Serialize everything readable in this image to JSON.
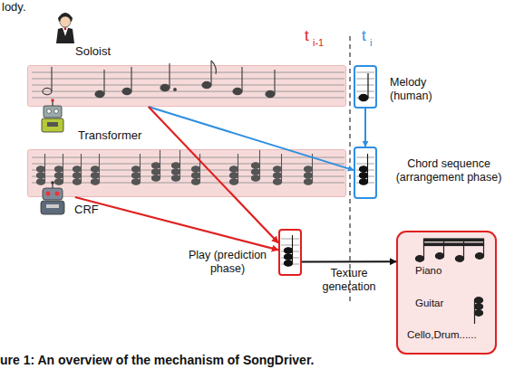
{
  "diagram": {
    "caption": "ure 1: An overview of the mechanism of SongDriver.",
    "nodes": [
      {
        "text": [
          "Soloist"
        ]
      },
      {
        "text": [
          "Melody (human)"
        ]
      },
      {
        "text": [
          "Transformer"
        ]
      },
      {
        "text": [
          "Chord sequence (arrangement phase)"
        ]
      },
      {
        "text": [
          "Play (prediction phase)"
        ]
      },
      {
        "text": [
          "Piano",
          "Guitar",
          "Cello,Drum......"
        ]
      }
    ],
    "edges": [
      {
        "from": 0,
        "to": 3,
        "arrow": "to"
      },
      {
        "from": 1,
        "to": 3,
        "arrow": "to"
      },
      {
        "from": 0,
        "to": 4,
        "arrow": "to"
      },
      {
        "from": 2,
        "to": 4,
        "arrow": "to"
      },
      {
        "from": 4,
        "to": 5,
        "label": "Texture generation",
        "arrow": "to"
      }
    ],
    "labels": [
      "lody.",
      "t",
      "i-1",
      "t",
      "i",
      "CRF"
    ]
  }
}
